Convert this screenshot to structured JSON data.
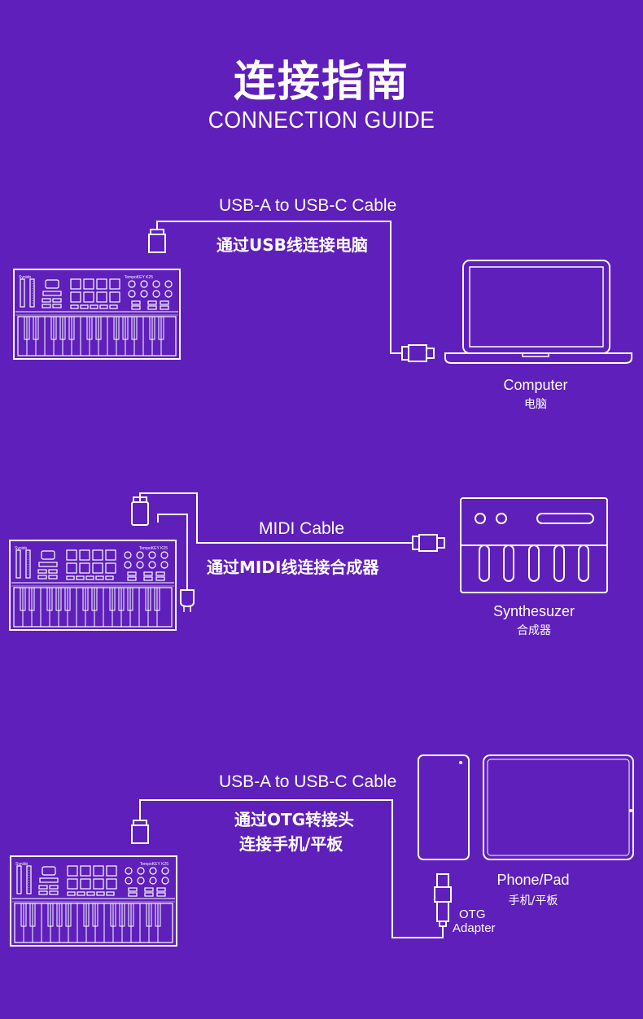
{
  "header": {
    "title": "连接指南",
    "subtitle": "CONNECTION GUIDE"
  },
  "sections": [
    {
      "cable_label": "USB-A to USB-C Cable",
      "instruction": "通过USB线连接电脑",
      "device_en": "Computer",
      "device_cn": "电脑"
    },
    {
      "cable_label": "MIDI Cable",
      "instruction": "通过MIDI线连接合成器",
      "device_en": "Synthesuzer",
      "device_cn": "合成器"
    },
    {
      "cable_label": "USB-A to USB-C Cable",
      "instruction_line1": "通过OTG转接头",
      "instruction_line2": "连接手机/平板",
      "device_en": "Phone/Pad",
      "device_cn": "手机/平板",
      "adapter_line1": "OTG",
      "adapter_line2": "Adapter"
    }
  ],
  "keyboard": {
    "brand": "Synido",
    "model": "TempoKEY K25"
  },
  "colors": {
    "background": "#5f1fbb",
    "line": "#ffffff"
  }
}
